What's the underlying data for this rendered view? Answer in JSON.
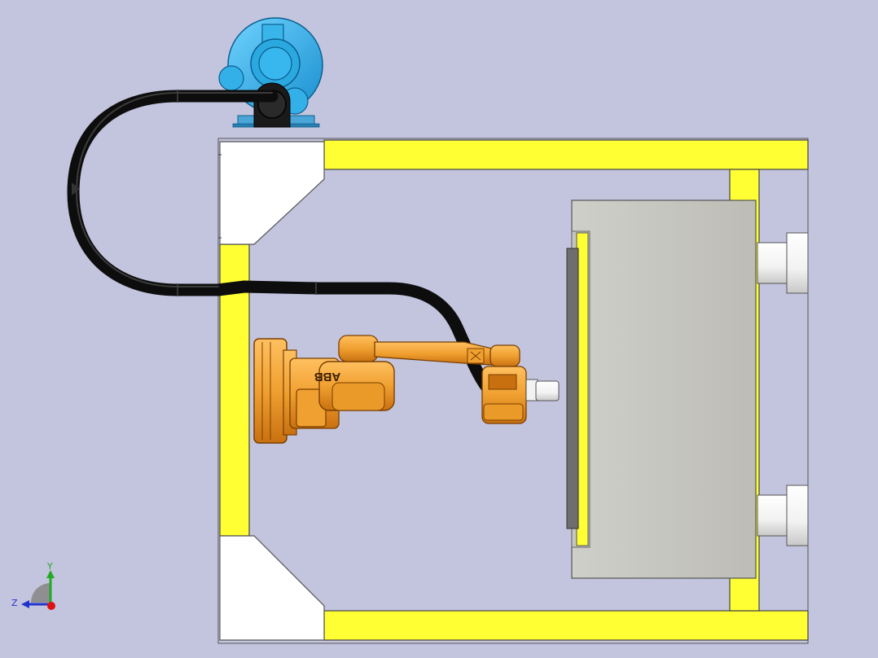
{
  "viewport": {
    "background": "#c3c4de"
  },
  "robot": {
    "brand": "ABB",
    "color": "#f0a030"
  },
  "frame": {
    "color": "#ffff33",
    "guard_color": "#ffffff"
  },
  "blower": {
    "color": "#2aa8e0"
  },
  "press": {
    "color": "#c3c3bd"
  },
  "triad": {
    "y_label": "Y",
    "z_label": "Z",
    "y_color": "#22aa22",
    "z_color": "#2233cc",
    "x_color": "#dd1111"
  }
}
